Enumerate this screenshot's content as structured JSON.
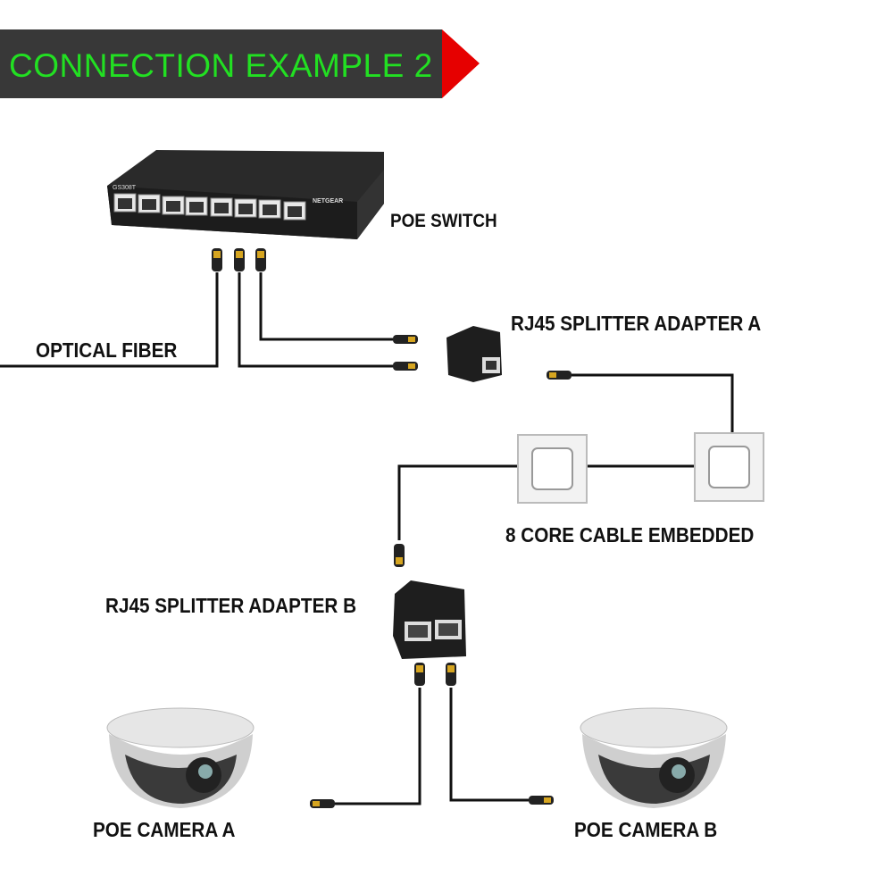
{
  "banner": {
    "title": "CONNECTION EXAMPLE 2",
    "background": "#383838",
    "text_color": "#22e022",
    "arrow_color": "#e60000"
  },
  "labels": {
    "poe_switch": "POE SWITCH",
    "optical_fiber": "OPTICAL FIBER",
    "splitter_a": "RJ45 SPLITTER ADAPTER A",
    "cable_embedded": "8 CORE CABLE EMBEDDED",
    "splitter_b": "RJ45 SPLITTER ADAPTER B",
    "camera_a": "POE CAMERA A",
    "camera_b": "POE CAMERA B"
  },
  "switch": {
    "model": "GS308T",
    "brand": "NETGEAR",
    "port_count": 8
  }
}
